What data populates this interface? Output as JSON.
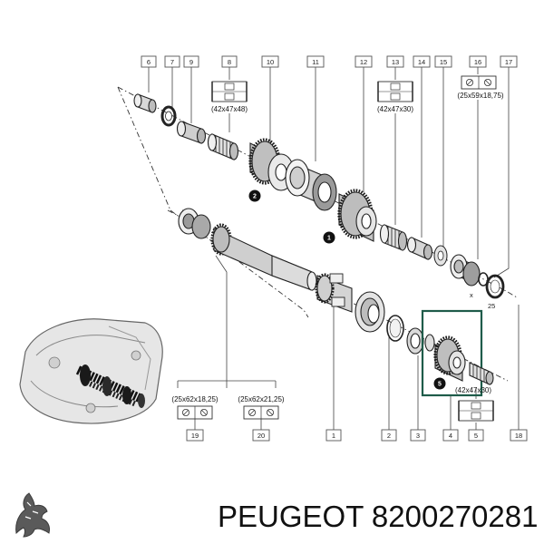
{
  "callouts": {
    "c1": "1",
    "c2": "2",
    "c3": "3",
    "c4": "4",
    "c5": "5",
    "c6": "6",
    "c7": "7",
    "c8": "8",
    "c9": "9",
    "c10": "10",
    "c11": "11",
    "c12": "12",
    "c13": "13",
    "c14": "14",
    "c15": "15",
    "c16": "16",
    "c17": "17",
    "c18": "18",
    "c19": "19",
    "c20": "20"
  },
  "specs": {
    "s8": "(42x47x48)",
    "s13": "(42x47x30)",
    "s16": "(25x59x18,75)",
    "s19": "(25x62x18,25)",
    "s20": "(25x62x21,25)",
    "s5": "(42x47x30)"
  },
  "markers": {
    "m1": "1",
    "m2": "2",
    "m3": "5",
    "m4": "25"
  },
  "footer": {
    "brand_part": "PEUGEOT 8200270281"
  },
  "colors": {
    "highlight": "#1f5c4a",
    "line": "#333333"
  },
  "icons": {
    "logo": "peugeot-lion-logo"
  }
}
